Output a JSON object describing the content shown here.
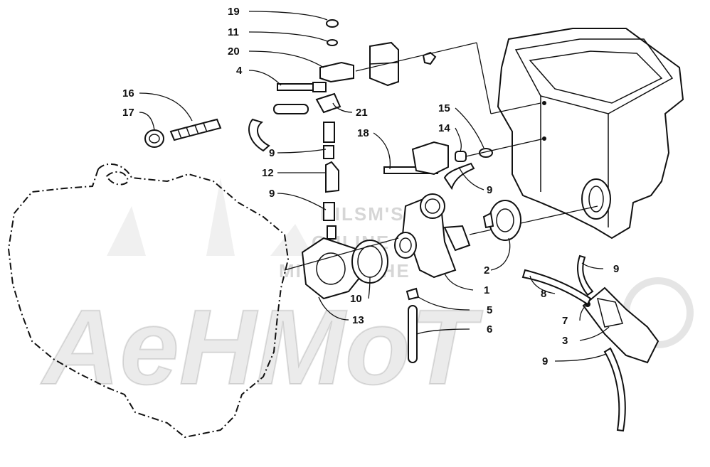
{
  "watermark": {
    "main": "AeHMoT",
    "lines": [
      "HILSM'S",
      "ONLINE",
      "MICROFICHE"
    ]
  },
  "callouts": [
    {
      "id": "19",
      "label": "19"
    },
    {
      "id": "11",
      "label": "11"
    },
    {
      "id": "20",
      "label": "20"
    },
    {
      "id": "4",
      "label": "4"
    },
    {
      "id": "16",
      "label": "16"
    },
    {
      "id": "17",
      "label": "17"
    },
    {
      "id": "21",
      "label": "21"
    },
    {
      "id": "9a",
      "label": "9"
    },
    {
      "id": "12",
      "label": "12"
    },
    {
      "id": "9b",
      "label": "9"
    },
    {
      "id": "15",
      "label": "15"
    },
    {
      "id": "14",
      "label": "14"
    },
    {
      "id": "18",
      "label": "18"
    },
    {
      "id": "9c",
      "label": "9"
    },
    {
      "id": "2",
      "label": "2"
    },
    {
      "id": "9d",
      "label": "9"
    },
    {
      "id": "8",
      "label": "8"
    },
    {
      "id": "1",
      "label": "1"
    },
    {
      "id": "10",
      "label": "10"
    },
    {
      "id": "5",
      "label": "5"
    },
    {
      "id": "13",
      "label": "13"
    },
    {
      "id": "6",
      "label": "6"
    },
    {
      "id": "7",
      "label": "7"
    },
    {
      "id": "3",
      "label": "3"
    },
    {
      "id": "9e",
      "label": "9"
    }
  ]
}
